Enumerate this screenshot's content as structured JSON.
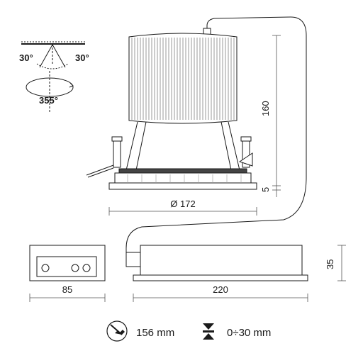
{
  "tilt": {
    "left": "30°",
    "right": "30°"
  },
  "rotation": {
    "label": "355°"
  },
  "dimensions": {
    "height": "160",
    "trim_height": "5",
    "diameter": "Ø 172",
    "driver_width": "85",
    "driver_length": "220",
    "driver_height": "35"
  },
  "legend": {
    "cutout_icon": "hole-saw-icon",
    "cutout_value": "156 mm",
    "ceiling_icon": "ceiling-thickness-icon",
    "ceiling_value": "0÷30 mm"
  }
}
